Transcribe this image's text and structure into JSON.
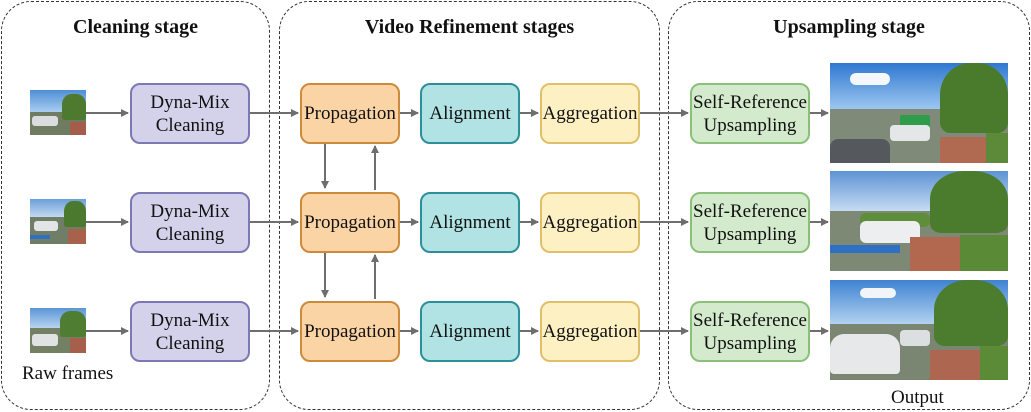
{
  "stages": {
    "cleaning": "Cleaning stage",
    "refinement": "Video Refinement stages",
    "upsampling": "Upsampling stage"
  },
  "cleaning_box": {
    "line1": "Dyna-Mix",
    "line2": "Cleaning"
  },
  "propagation": "Propagation",
  "alignment": "Alignment",
  "aggregation": "Aggregation",
  "upsampling_box": {
    "line1": "Self-Reference",
    "line2": "Upsampling"
  },
  "labels": {
    "raw_frames": "Raw frames",
    "output": "Output"
  },
  "colors": {
    "cleaning_fill": "#d3d2ea",
    "cleaning_border": "#7c78b6",
    "propagation_fill": "#fbd4a5",
    "propagation_border": "#cd8a3c",
    "alignment_fill": "#b1e3e4",
    "alignment_border": "#2c8f99",
    "aggregation_fill": "#fdf1c4",
    "aggregation_border": "#dfbf6a",
    "upsampling_fill": "#d3ebcc",
    "upsampling_border": "#8bbf7a",
    "arrow": "#6e6e6e"
  }
}
